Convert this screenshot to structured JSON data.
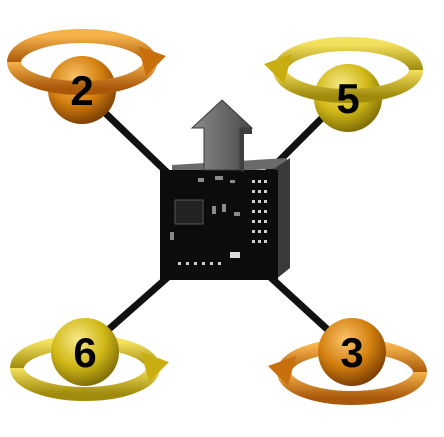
{
  "diagram": {
    "motors": [
      {
        "id": "front-left",
        "number": "2",
        "color": "orange",
        "rotation": "clockwise"
      },
      {
        "id": "front-right",
        "number": "5",
        "color": "yellow",
        "rotation": "counter-clockwise"
      },
      {
        "id": "rear-left",
        "number": "6",
        "color": "yellow",
        "rotation": "counter-clockwise"
      },
      {
        "id": "rear-right",
        "number": "3",
        "color": "orange",
        "rotation": "clockwise"
      }
    ],
    "direction_arrow": "forward",
    "board": {
      "text_lines": [
        "",
        "",
        ""
      ]
    },
    "colors": {
      "orange": "#d4800f",
      "orange_dark": "#9a4d05",
      "orange_light": "#f6b24a",
      "yellow": "#d8c01a",
      "yellow_dark": "#8e7a08",
      "yellow_light": "#f4e15e",
      "arm": "#111111",
      "board": "#0c0c0c",
      "board_side": "#3a3a3a",
      "arrow": "#6a6a6a"
    }
  }
}
